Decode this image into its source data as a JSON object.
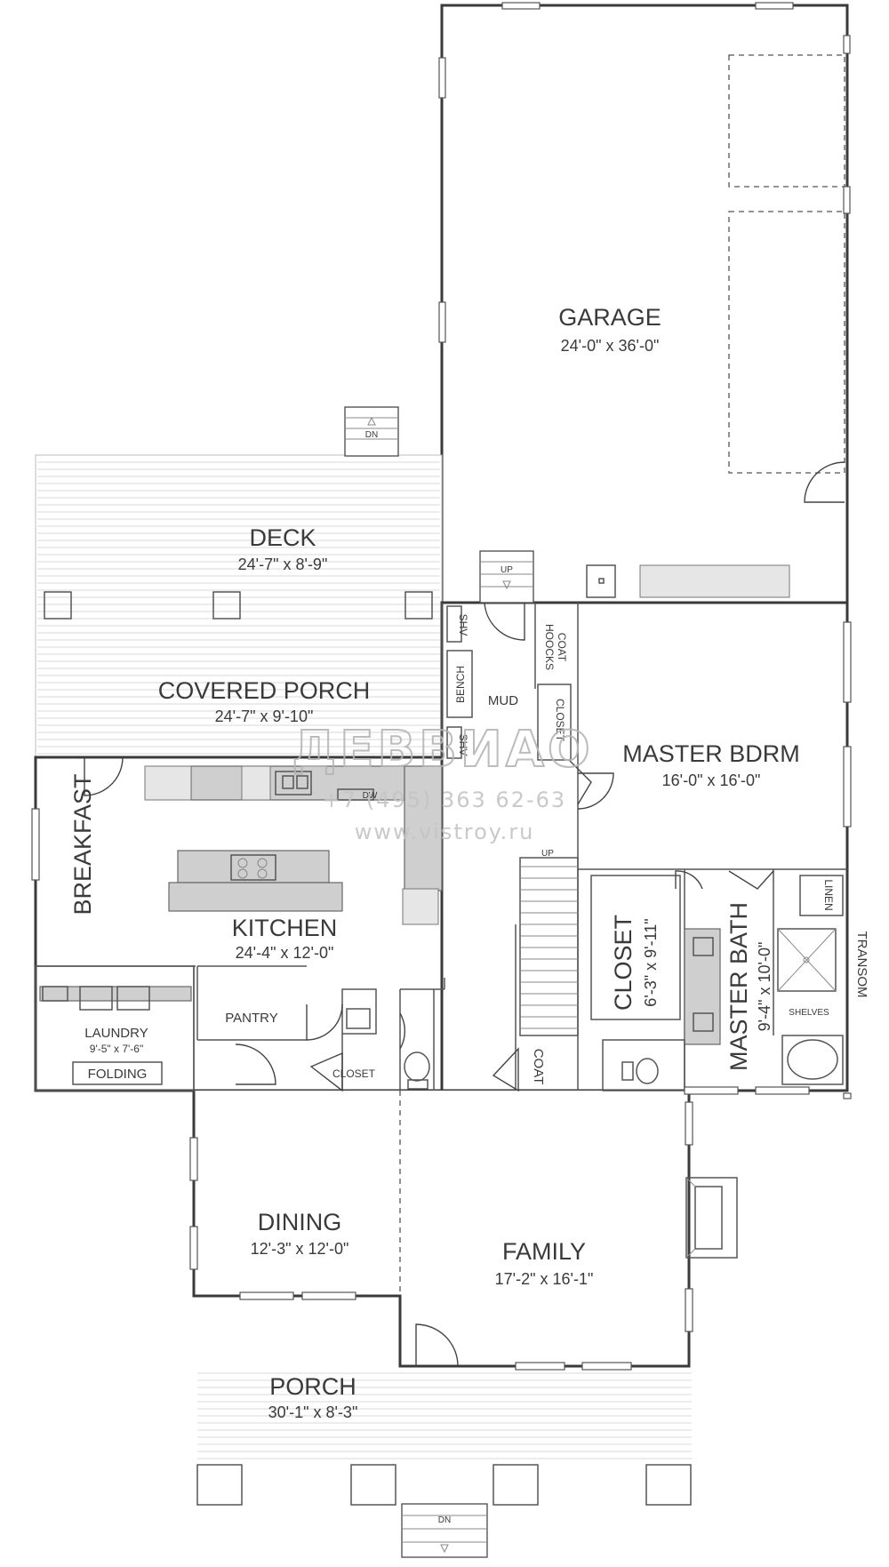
{
  "rooms": {
    "garage": {
      "label": "GARAGE",
      "dims": "24'-0\" x 36'-0\""
    },
    "deck": {
      "label": "DECK",
      "dims": "24'-7\" x 8'-9\""
    },
    "covered_porch": {
      "label": "COVERED PORCH",
      "dims": "24'-7\" x 9'-10\""
    },
    "mud": {
      "label": "MUD"
    },
    "master_bdrm": {
      "label": "MASTER BDRM",
      "dims": "16'-0\" x 16'-0\""
    },
    "breakfast": {
      "label": "BREAKFAST"
    },
    "kitchen": {
      "label": "KITCHEN",
      "dims": "24'-4\" x 12'-0\""
    },
    "laundry": {
      "label": "LAUNDRY",
      "dims": "9'-5\" x 7'-6\""
    },
    "pantry": {
      "label": "PANTRY"
    },
    "closet_hall": {
      "label": "CLOSET"
    },
    "closet_master": {
      "label": "CLOSET",
      "dims": "6'-3\" x 9'-11\""
    },
    "master_bath": {
      "label": "MASTER BATH",
      "dims": "9'-4\" x 10'-0\""
    },
    "dining": {
      "label": "DINING",
      "dims": "12'-3\" x 12'-0\""
    },
    "family": {
      "label": "FAMILY",
      "dims": "17'-2\" x 16'-1\""
    },
    "porch": {
      "label": "PORCH",
      "dims": "30'-1\" x 8'-3\""
    }
  },
  "labels": {
    "shv": "SHV",
    "bench": "BENCH",
    "coat_hooks_1": "COAT",
    "coat_hooks_2": "HOOCKS",
    "closet_mud": "CLOSET",
    "shv2": "SHV",
    "linen": "LINEN",
    "transom": "TRANSOM",
    "shelves": "SHELVES",
    "coat": "COAT",
    "folding": "FOLDING",
    "dw": "DW",
    "up_mud": "UP",
    "up_stair": "UP",
    "dn_deck": "DN",
    "dn_porch": "DN"
  },
  "watermark": {
    "logo": "ДЕВВИАО",
    "phone": "+7 (495) 363 62-63",
    "url": "www.vistroy.ru"
  }
}
